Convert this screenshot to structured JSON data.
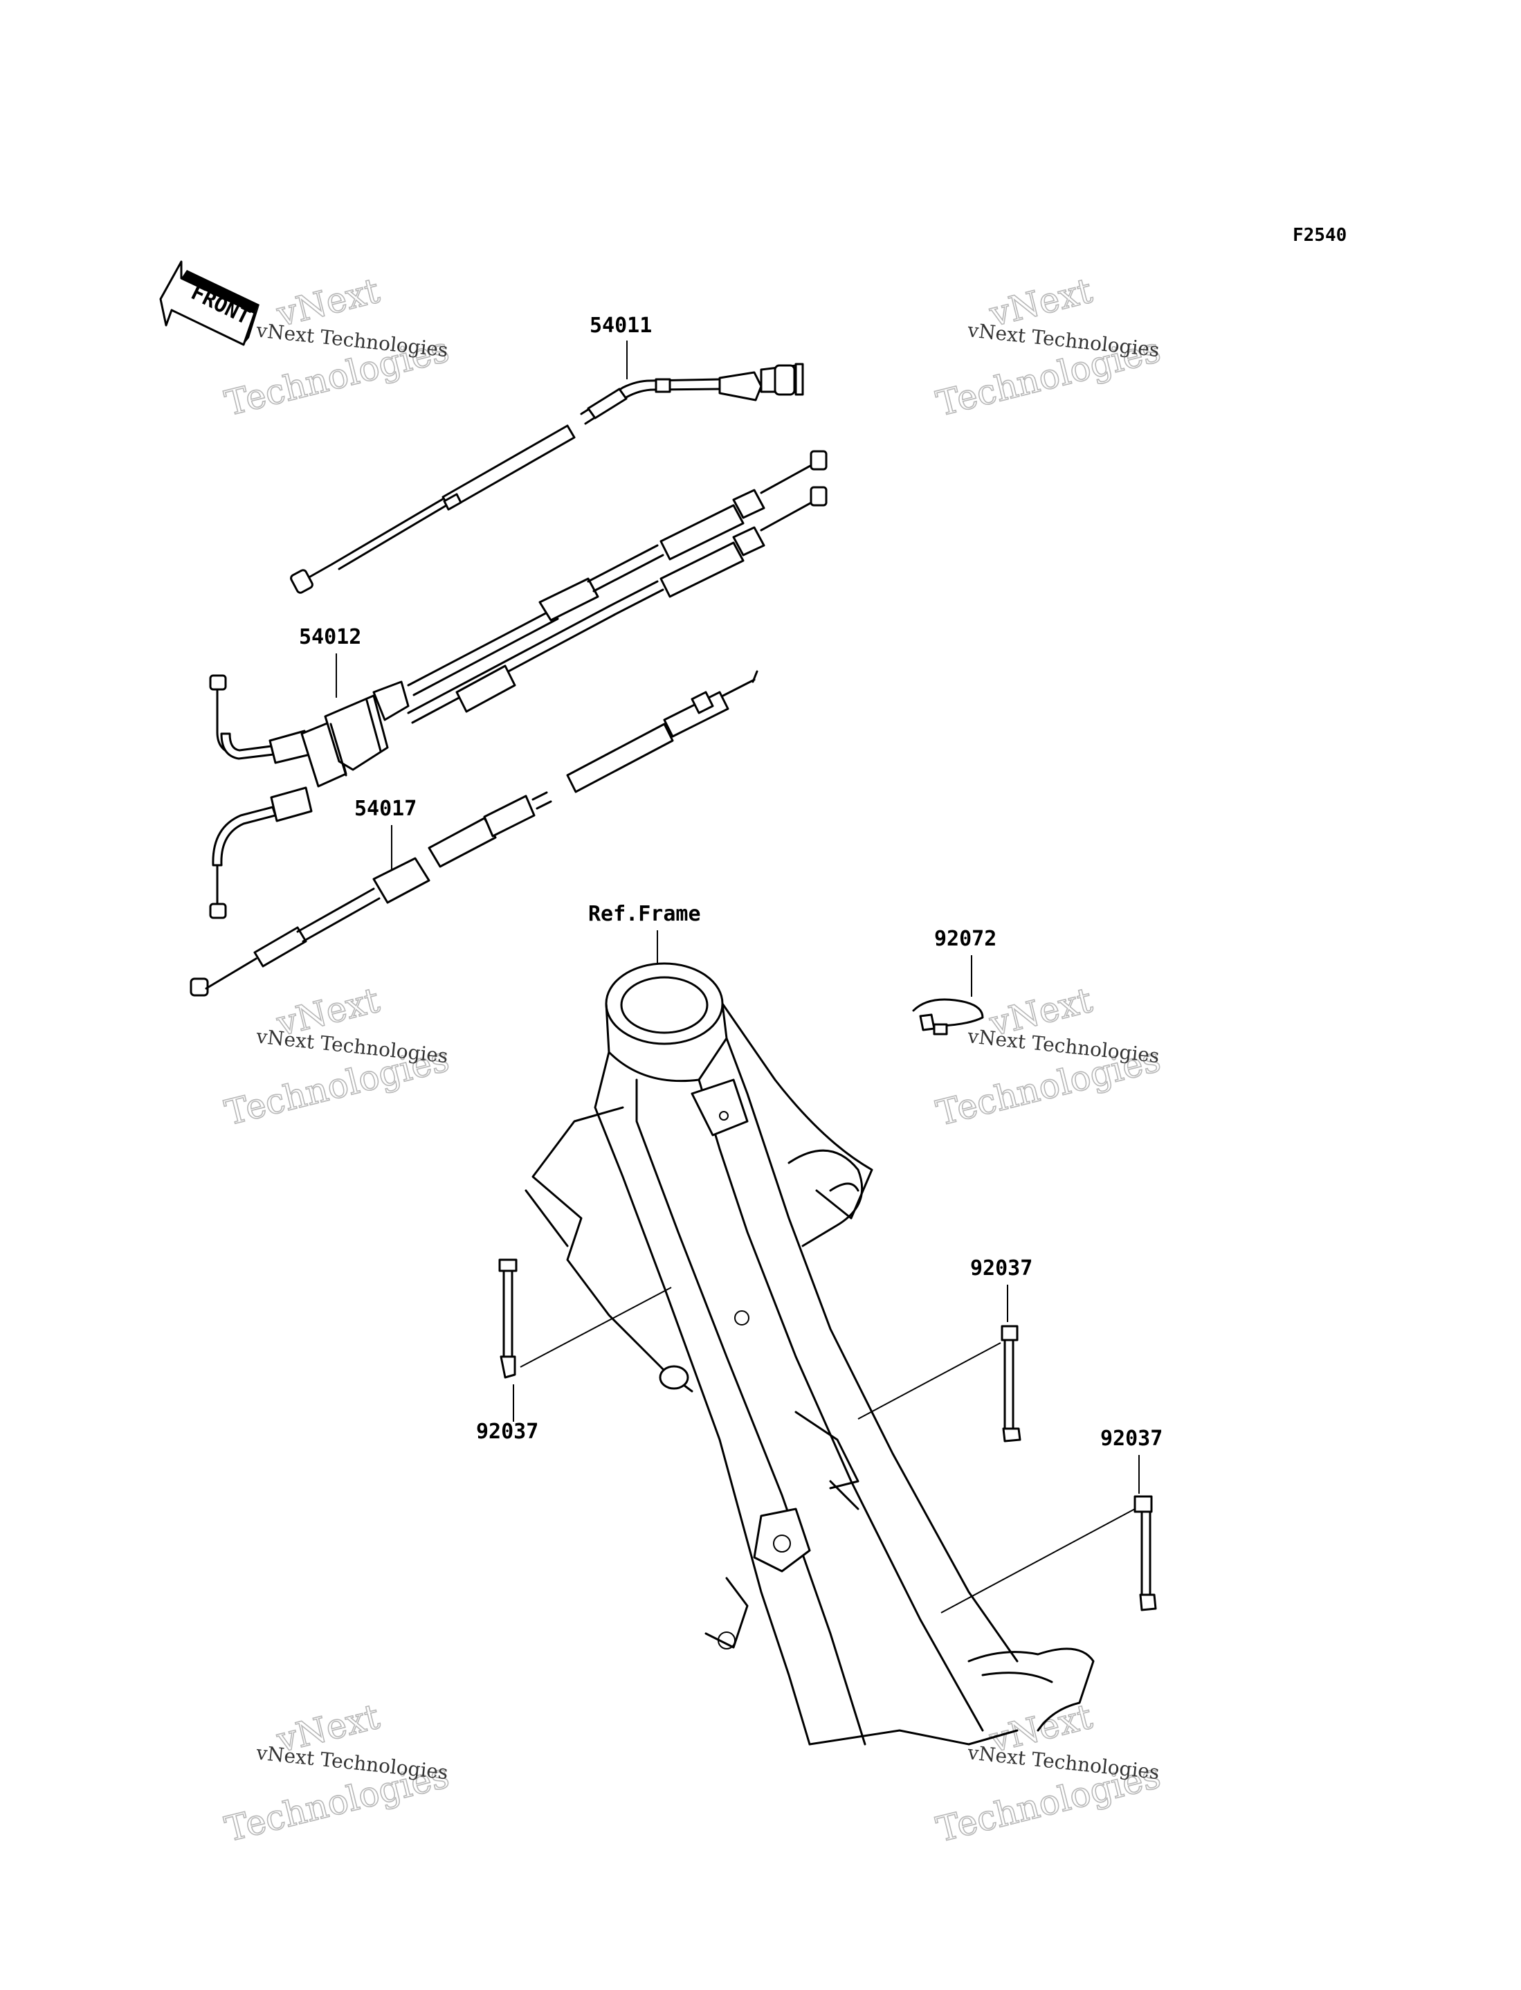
{
  "figure_code": "F2540",
  "front_badge": "FRONT",
  "part_labels": [
    {
      "id": "cable-accelerator",
      "text": "54011"
    },
    {
      "id": "cable-throttle",
      "text": "54012"
    },
    {
      "id": "cable-clutch",
      "text": "54017"
    },
    {
      "id": "ref-frame",
      "text": "Ref.Frame"
    },
    {
      "id": "clamp",
      "text": "92072"
    },
    {
      "id": "band-left",
      "text": "92037"
    },
    {
      "id": "band-mid",
      "text": "92037"
    },
    {
      "id": "band-right",
      "text": "92037"
    }
  ],
  "watermark": {
    "line1": "vNext Technologies",
    "line2": "vNext",
    "line3": "Technologies"
  }
}
